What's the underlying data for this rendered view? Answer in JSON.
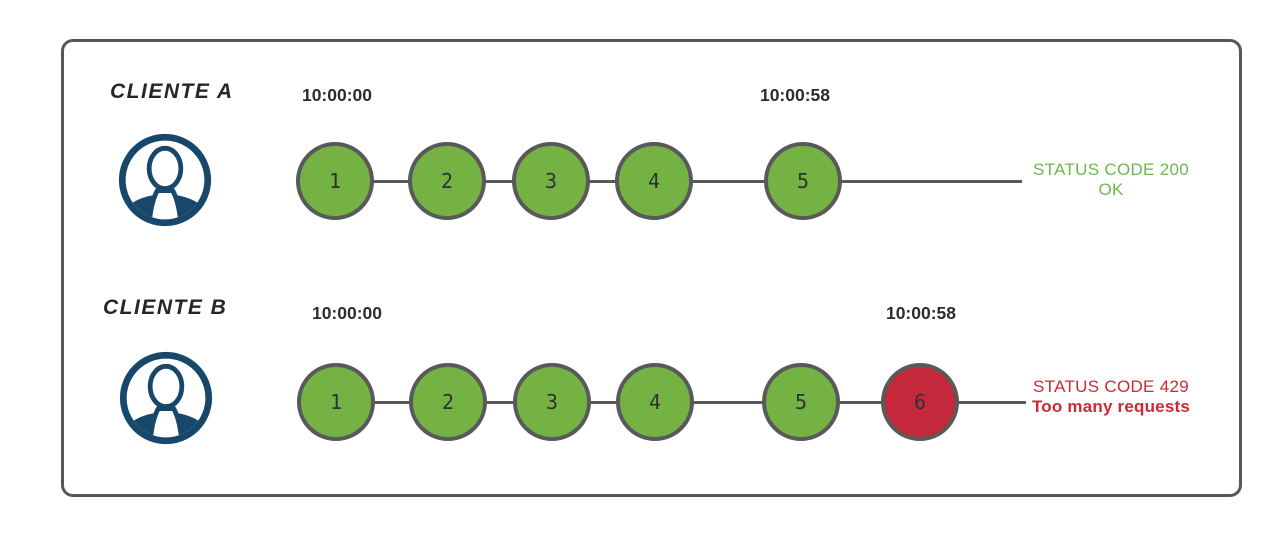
{
  "colors": {
    "request_ok": "#74b244",
    "request_rate_limited": "#c5283a",
    "circle_outline": "#595959",
    "status_ok_text": "#6cb84e",
    "status_error_text": "#cd2936",
    "avatar_navy": "#17486b",
    "timestamp_text": "#2d2d2d",
    "frame_border": "#565656"
  },
  "rows": [
    {
      "client": "CLIENTE A",
      "start_time": "10:00:00",
      "end_time": "10:00:58",
      "requests": [
        {
          "label": "1",
          "state": "ok"
        },
        {
          "label": "2",
          "state": "ok"
        },
        {
          "label": "3",
          "state": "ok"
        },
        {
          "label": "4",
          "state": "ok"
        },
        {
          "label": "5",
          "state": "ok"
        }
      ],
      "status": {
        "line1": "STATUS CODE 200",
        "line2": "OK",
        "type": "ok"
      }
    },
    {
      "client": "CLIENTE B",
      "start_time": "10:00:00",
      "end_time": "10:00:58",
      "requests": [
        {
          "label": "1",
          "state": "ok"
        },
        {
          "label": "2",
          "state": "ok"
        },
        {
          "label": "3",
          "state": "ok"
        },
        {
          "label": "4",
          "state": "ok"
        },
        {
          "label": "5",
          "state": "ok"
        },
        {
          "label": "6",
          "state": "rate_limited"
        }
      ],
      "status": {
        "line1": "STATUS CODE 429",
        "line2": "Too many requests",
        "type": "error"
      }
    }
  ]
}
